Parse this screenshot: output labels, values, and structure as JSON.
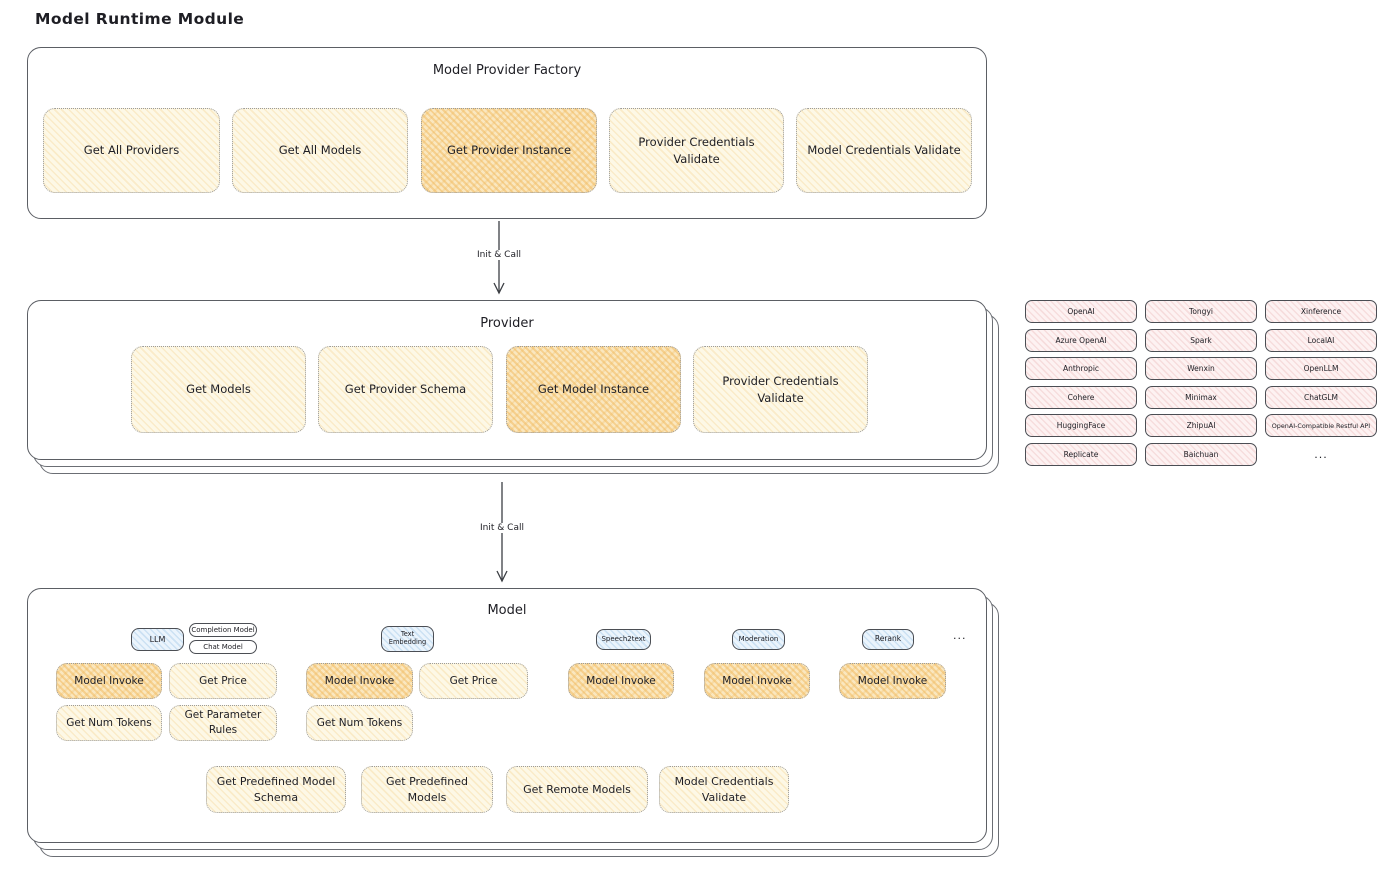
{
  "page": {
    "title": "Model Runtime Module"
  },
  "factory": {
    "title": "Model Provider Factory",
    "buttons": [
      {
        "label": "Get All Providers",
        "highlighted": false
      },
      {
        "label": "Get All Models",
        "highlighted": false
      },
      {
        "label": "Get Provider Instance",
        "highlighted": true
      },
      {
        "label": "Provider Credentials Validate",
        "highlighted": false
      },
      {
        "label": "Model Credentials Validate",
        "highlighted": false
      }
    ]
  },
  "arrow1": {
    "label": "Init & Call"
  },
  "provider": {
    "title": "Provider",
    "buttons": [
      {
        "label": "Get Models",
        "highlighted": false
      },
      {
        "label": "Get Provider Schema",
        "highlighted": false
      },
      {
        "label": "Get Model Instance",
        "highlighted": true
      },
      {
        "label": "Provider Credentials Validate",
        "highlighted": false
      }
    ]
  },
  "providers_grid": {
    "items": [
      "OpenAI",
      "Tongyi",
      "Xinference",
      "Azure OpenAI",
      "Spark",
      "LocalAI",
      "Anthropic",
      "Wenxin",
      "OpenLLM",
      "Cohere",
      "Minimax",
      "ChatGLM",
      "HuggingFace",
      "ZhipuAI",
      "OpenAI-Compatible Restful API",
      "Replicate",
      "Baichuan"
    ],
    "more": "..."
  },
  "arrow2": {
    "label": "Init & Call"
  },
  "model": {
    "title": "Model",
    "tags": {
      "llm": "LLM",
      "completion_model": "Completion Model",
      "chat_model": "Chat Model",
      "text_embedding": "Text Embedding",
      "speech2text": "Speech2text",
      "moderation": "Moderation",
      "rerank": "Rerank",
      "more": "..."
    },
    "buttons": {
      "llm_model_invoke": "Model Invoke",
      "llm_get_price": "Get Price",
      "llm_get_num_tokens": "Get Num Tokens",
      "llm_get_parameter_rules": "Get Parameter Rules",
      "embedding_model_invoke": "Model Invoke",
      "embedding_get_price": "Get Price",
      "embedding_get_num_tokens": "Get Num Tokens",
      "speech2text_model_invoke": "Model Invoke",
      "moderation_model_invoke": "Model Invoke",
      "rerank_model_invoke": "Model Invoke",
      "get_predefined_model_schema": "Get Predefined Model Schema",
      "get_predefined_models": "Get Predefined Models",
      "get_remote_models": "Get Remote Models",
      "model_credentials_validate": "Model Credentials Validate"
    }
  },
  "colors": {
    "box_stroke": "#5b5e64",
    "yellow_fill": "#fdf8e6",
    "orange_highlight_fill": "#fae7bf",
    "pink_fill": "#fdf2f2",
    "blue_fill": "#ebf4fc",
    "text": "#1e1e24"
  }
}
